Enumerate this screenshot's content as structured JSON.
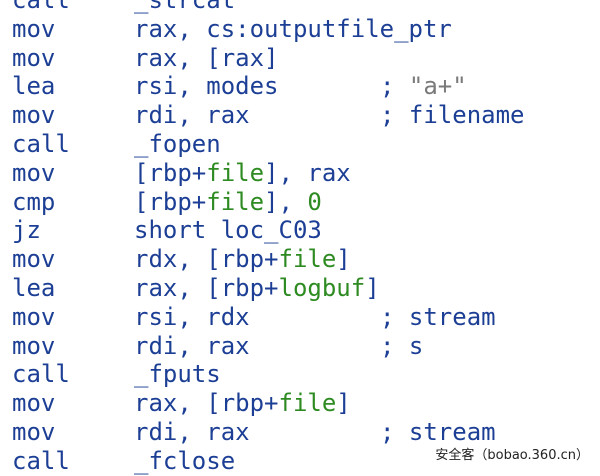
{
  "lines": [
    {
      "mnemonic": "call",
      "parts": [
        {
          "text": "_strcat",
          "style": "plain"
        }
      ],
      "comment": ""
    },
    {
      "mnemonic": "mov",
      "parts": [
        {
          "text": "rax, cs:outputfile_ptr",
          "style": "plain"
        }
      ],
      "comment": ""
    },
    {
      "mnemonic": "mov",
      "parts": [
        {
          "text": "rax, [rax]",
          "style": "plain"
        }
      ],
      "comment": ""
    },
    {
      "mnemonic": "lea",
      "parts": [
        {
          "text": "rsi, modes",
          "style": "plain"
        }
      ],
      "comment": "\"a+\"",
      "comment_style": "string"
    },
    {
      "mnemonic": "mov",
      "parts": [
        {
          "text": "rdi, rax",
          "style": "plain"
        }
      ],
      "comment": "filename",
      "comment_style": "plain"
    },
    {
      "mnemonic": "call",
      "parts": [
        {
          "text": "_fopen",
          "style": "plain"
        }
      ],
      "comment": ""
    },
    {
      "mnemonic": "mov",
      "parts": [
        {
          "text": "[rbp+",
          "style": "plain"
        },
        {
          "text": "file",
          "style": "green"
        },
        {
          "text": "], rax",
          "style": "plain"
        }
      ],
      "comment": ""
    },
    {
      "mnemonic": "cmp",
      "parts": [
        {
          "text": "[rbp+",
          "style": "plain"
        },
        {
          "text": "file",
          "style": "green"
        },
        {
          "text": "], ",
          "style": "plain"
        },
        {
          "text": "0",
          "style": "green"
        }
      ],
      "comment": ""
    },
    {
      "mnemonic": "jz",
      "parts": [
        {
          "text": "short loc_C03",
          "style": "plain"
        }
      ],
      "comment": ""
    },
    {
      "mnemonic": "mov",
      "parts": [
        {
          "text": "rdx, [rbp+",
          "style": "plain"
        },
        {
          "text": "file",
          "style": "green"
        },
        {
          "text": "]",
          "style": "plain"
        }
      ],
      "comment": ""
    },
    {
      "mnemonic": "lea",
      "parts": [
        {
          "text": "rax, [rbp+",
          "style": "plain"
        },
        {
          "text": "logbuf",
          "style": "green"
        },
        {
          "text": "]",
          "style": "plain"
        }
      ],
      "comment": ""
    },
    {
      "mnemonic": "mov",
      "parts": [
        {
          "text": "rsi, rdx",
          "style": "plain"
        }
      ],
      "comment": "stream",
      "comment_style": "plain"
    },
    {
      "mnemonic": "mov",
      "parts": [
        {
          "text": "rdi, rax",
          "style": "plain"
        }
      ],
      "comment": "s",
      "comment_style": "plain"
    },
    {
      "mnemonic": "call",
      "parts": [
        {
          "text": "_fputs",
          "style": "plain"
        }
      ],
      "comment": ""
    },
    {
      "mnemonic": "mov",
      "parts": [
        {
          "text": "rax, [rbp+",
          "style": "plain"
        },
        {
          "text": "file",
          "style": "green"
        },
        {
          "text": "]",
          "style": "plain"
        }
      ],
      "comment": ""
    },
    {
      "mnemonic": "mov",
      "parts": [
        {
          "text": "rdi, rax",
          "style": "plain"
        }
      ],
      "comment": "stream",
      "comment_style": "plain"
    },
    {
      "mnemonic": "call",
      "parts": [
        {
          "text": "_fclose",
          "style": "plain"
        }
      ],
      "comment": ""
    }
  ],
  "comment_prefix": "; ",
  "watermark": "安全客（bobao.360.cn）",
  "colors": {
    "instruction": "#1c3f95",
    "variable": "#2e8b22",
    "string_comment": "#7a7a7a",
    "background": "#ffffff"
  }
}
